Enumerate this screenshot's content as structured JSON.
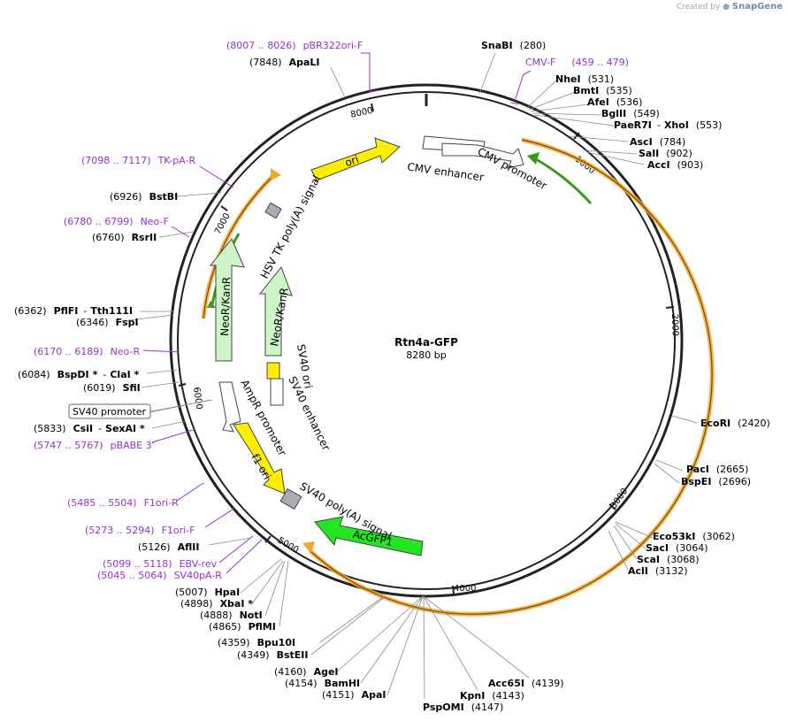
{
  "watermark": {
    "prefix": "Created by",
    "brand": "SnapGene"
  },
  "plasmid": {
    "name": "Rtn4a-GFP",
    "length_label": "8280 bp",
    "length": 8280
  },
  "ticks": [
    {
      "pos": 1000,
      "label": "1000"
    },
    {
      "pos": 2000,
      "label": "2000"
    },
    {
      "pos": 3000,
      "label": "3000"
    },
    {
      "pos": 4000,
      "label": "4000"
    },
    {
      "pos": 5000,
      "label": "5000"
    },
    {
      "pos": 6000,
      "label": "6000"
    },
    {
      "pos": 7000,
      "label": "7000"
    },
    {
      "pos": 8000,
      "label": "8000"
    }
  ],
  "features": [
    {
      "id": "cmv-enhancer",
      "label": "CMV enhancer",
      "kind": "open"
    },
    {
      "id": "cmv-promoter",
      "label": "CMV promoter",
      "kind": "open"
    },
    {
      "id": "ori",
      "label": "ori",
      "kind": "ori"
    },
    {
      "id": "hsv-tk-polya",
      "label": "HSV TK poly(A) signal",
      "kind": "grey"
    },
    {
      "id": "neor-kanr-outer",
      "label": "NeoR/KanR",
      "kind": "resistance"
    },
    {
      "id": "neor-kanr-inner",
      "label": "NeoR/KanR",
      "kind": "resistance"
    },
    {
      "id": "sv40-ori",
      "label": "SV40 ori",
      "kind": "ori"
    },
    {
      "id": "sv40-enhancer",
      "label": "SV40 enhancer",
      "kind": "open"
    },
    {
      "id": "ampr-promoter",
      "label": "AmpR promoter",
      "kind": "open"
    },
    {
      "id": "f1-ori",
      "label": "f1 ori",
      "kind": "ori"
    },
    {
      "id": "sv40-polya",
      "label": "SV40 poly(A) signal",
      "kind": "grey"
    },
    {
      "id": "acgfp1",
      "label": "AcGFP1",
      "kind": "gfp"
    }
  ],
  "enzymes_right": [
    {
      "name": "SnaBI",
      "pos": "(280)"
    },
    {
      "name": "NheI",
      "pos": "(531)"
    },
    {
      "name": "BmtI",
      "pos": "(535)"
    },
    {
      "name": "AfeI",
      "pos": "(536)"
    },
    {
      "name": "BglII",
      "pos": "(549)"
    },
    {
      "name": "PaeR7I",
      "extra": "XhoI",
      "pos": "(553)"
    },
    {
      "name": "AscI",
      "pos": "(784)"
    },
    {
      "name": "SalI",
      "pos": "(902)"
    },
    {
      "name": "AccI",
      "pos": "(903)"
    },
    {
      "name": "EcoRI",
      "pos": "(2420)"
    },
    {
      "name": "PacI",
      "pos": "(2665)"
    },
    {
      "name": "BspEI",
      "pos": "(2696)"
    },
    {
      "name": "Eco53kI",
      "pos": "(3062)"
    },
    {
      "name": "SacI",
      "pos": "(3064)"
    },
    {
      "name": "ScaI",
      "pos": "(3068)"
    },
    {
      "name": "AclI",
      "pos": "(3132)"
    }
  ],
  "enzymes_bottom": [
    {
      "name": "Acc65I",
      "pos": "(4139)"
    },
    {
      "name": "KpnI",
      "pos": "(4143)"
    },
    {
      "name": "PspOMI",
      "pos": "(4147)"
    }
  ],
  "enzymes_left": [
    {
      "name": "ApaLI",
      "pos": "(7848)"
    },
    {
      "name": "BstBI",
      "pos": "(6926)"
    },
    {
      "name": "RsrII",
      "pos": "(6760)"
    },
    {
      "name": "PflFI",
      "extra": "Tth111I",
      "pos": "(6362)"
    },
    {
      "name": "FspI",
      "pos": "(6346)"
    },
    {
      "name": "BspDI",
      "star": "*",
      "extra": "ClaI *",
      "pos": "(6084)"
    },
    {
      "name": "SfiI",
      "pos": "(6019)"
    },
    {
      "name": "CsiI",
      "extra": "SexAI *",
      "pos": "(5833)"
    },
    {
      "name": "AflII",
      "pos": "(5126)"
    },
    {
      "name": "HpaI",
      "pos": "(5007)"
    },
    {
      "name": "XbaI *",
      "pos": "(4898)"
    },
    {
      "name": "NotI",
      "pos": "(4888)"
    },
    {
      "name": "PflMI",
      "pos": "(4865)"
    },
    {
      "name": "Bpu10I",
      "pos": "(4359)"
    },
    {
      "name": "BstEII",
      "pos": "(4349)"
    },
    {
      "name": "AgeI",
      "pos": "(4160)"
    },
    {
      "name": "BamHI",
      "pos": "(4154)"
    },
    {
      "name": "ApaI",
      "pos": "(4151)"
    }
  ],
  "primers": [
    {
      "range": "(8007 .. 8026)",
      "name": "pBR322ori-F"
    },
    {
      "range": "(459 .. 479)",
      "name": "CMV-F"
    },
    {
      "range": "(7098 .. 7117)",
      "name": "TK-pA-R"
    },
    {
      "range": "(6780 .. 6799)",
      "name": "Neo-F"
    },
    {
      "range": "(6170 .. 6189)",
      "name": "Neo-R"
    },
    {
      "range": "(5747 .. 5767)",
      "name": "pBABE 3'"
    },
    {
      "range": "(5485 .. 5504)",
      "name": "F1ori-R"
    },
    {
      "range": "(5273 .. 5294)",
      "name": "F1ori-F"
    },
    {
      "range": "(5099 .. 5118)",
      "name": "EBV-rev"
    },
    {
      "range": "(5045 .. 5064)",
      "name": "SV40pA-R"
    }
  ],
  "boxed_label": "SV40 promoter",
  "colors": {
    "ori": "#ffee00",
    "resistance": "#cdf5c8",
    "gfp": "#22e622",
    "grey": "#a8adb4",
    "orf_outline": "#f0a830",
    "primer": "#9a2fd0",
    "backbone": "#222222"
  }
}
